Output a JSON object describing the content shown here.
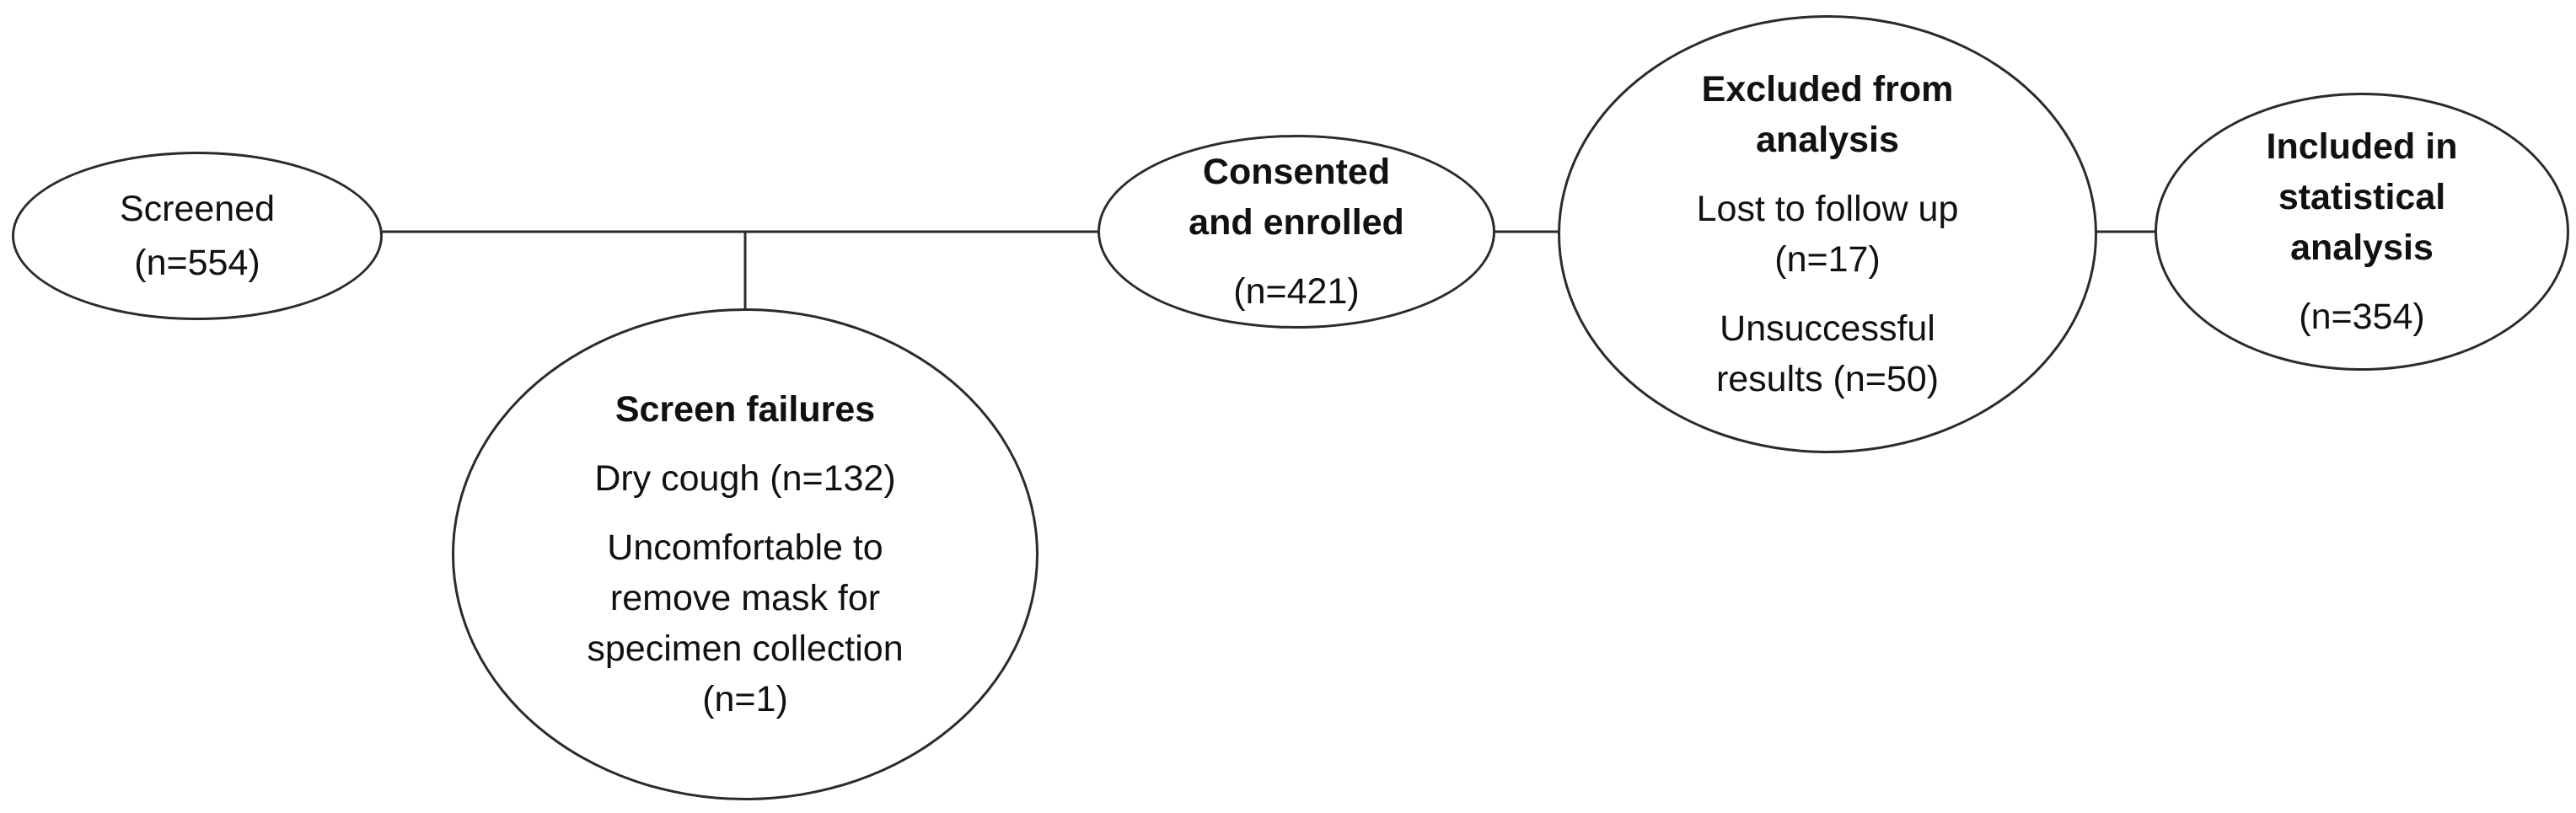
{
  "nodes": {
    "screened": {
      "label": "Screened",
      "count": "(n=554)"
    },
    "screen_failures": {
      "title": "Screen failures",
      "reason_1": "Dry cough (n=132)",
      "reason_2_lines": [
        "Uncomfortable to",
        "remove mask for",
        "specimen collection",
        "(n=1)"
      ]
    },
    "consented": {
      "title_lines": [
        "Consented",
        "and enrolled"
      ],
      "count": "(n=421)"
    },
    "excluded": {
      "title_lines": [
        "Excluded from",
        "analysis"
      ],
      "reason_1_lines": [
        "Lost to follow up",
        "(n=17)"
      ],
      "reason_2_lines": [
        "Unsuccessful",
        "results (n=50)"
      ]
    },
    "included": {
      "title_lines": [
        "Included in",
        "statistical",
        "analysis"
      ],
      "count": "(n=354)"
    }
  },
  "colors": {
    "line": "#2b2b2b",
    "text": "#111111",
    "background": "#ffffff"
  }
}
